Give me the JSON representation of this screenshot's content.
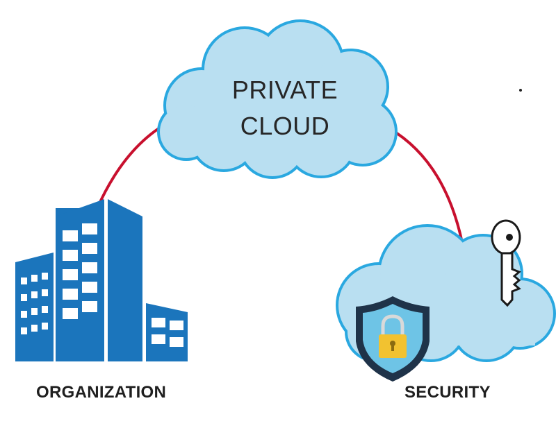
{
  "diagram": {
    "title_line1": "PRIVATE",
    "title_line2": "CLOUD",
    "organization_label": "ORGANIZATION",
    "security_label": "SECURITY",
    "icons": [
      "cloud-icon",
      "building-icon",
      "security-cloud-icon",
      "shield-icon",
      "padlock-icon",
      "key-icon"
    ],
    "colors": {
      "cloud_fill": "#b9dff1",
      "cloud_stroke": "#2aa8e0",
      "connector": "#c8102e",
      "building": "#1b75bc",
      "shield_outer": "#1f3349",
      "shield_inner": "#6ec4e6",
      "padlock": "#f2c230",
      "key_stroke": "#1a1a1a"
    }
  }
}
